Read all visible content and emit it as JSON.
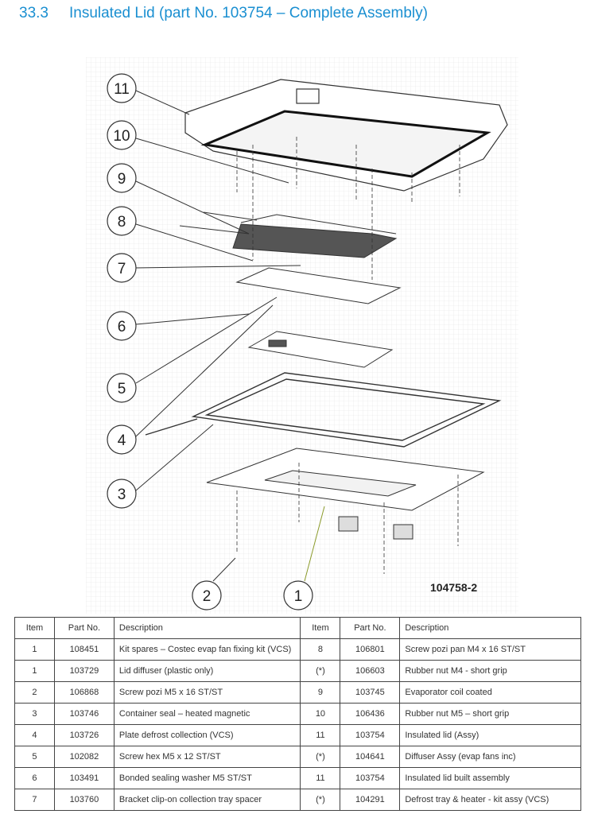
{
  "heading": {
    "number": "33.3",
    "title": "Insulated Lid (part No. 103754 – Complete Assembly)"
  },
  "diagram": {
    "figure_id": "104758-2",
    "callouts": [
      "11",
      "10",
      "9",
      "8",
      "7",
      "6",
      "5",
      "4",
      "3",
      "2",
      "1"
    ]
  },
  "table": {
    "headers": [
      "Item",
      "Part No.",
      "Description",
      "Item",
      "Part No.",
      "Description"
    ],
    "rows": [
      {
        "item_a": "1",
        "part_a": "108451",
        "desc_a": "Kit spares – Costec evap fan fixing kit (VCS)",
        "item_b": "8",
        "part_b": "106801",
        "desc_b": "Screw pozi pan M4 x 16 ST/ST"
      },
      {
        "item_a": "1",
        "part_a": "103729",
        "desc_a": "Lid diffuser (plastic only)",
        "item_b": "(*)",
        "part_b": "106603",
        "desc_b": "Rubber nut M4 - short grip"
      },
      {
        "item_a": "2",
        "part_a": "106868",
        "desc_a": "Screw pozi M5 x 16 ST/ST",
        "item_b": "9",
        "part_b": "103745",
        "desc_b": "Evaporator coil coated"
      },
      {
        "item_a": "3",
        "part_a": "103746",
        "desc_a": "Container seal – heated magnetic",
        "item_b": "10",
        "part_b": "106436",
        "desc_b": "Rubber nut M5 – short grip"
      },
      {
        "item_a": "4",
        "part_a": "103726",
        "desc_a": "Plate defrost collection (VCS)",
        "item_b": "11",
        "part_b": "103754",
        "desc_b": "Insulated lid (Assy)"
      },
      {
        "item_a": "5",
        "part_a": "102082",
        "desc_a": "Screw hex M5 x 12 ST/ST",
        "item_b": "(*)",
        "part_b": "104641",
        "desc_b": "Diffuser Assy (evap fans inc)"
      },
      {
        "item_a": "6",
        "part_a": "103491",
        "desc_a": "Bonded sealing washer M5 ST/ST",
        "item_b": "11",
        "part_b": "103754",
        "desc_b": "Insulated lid built assembly"
      },
      {
        "item_a": "7",
        "part_a": "103760",
        "desc_a": "Bracket clip-on collection tray spacer",
        "item_b": "(*)",
        "part_b": "104291",
        "desc_b": "Defrost tray & heater - kit assy (VCS)"
      }
    ]
  },
  "colors": {
    "heading": "#1a8fd1",
    "leader_green": "#8a9a2a"
  }
}
